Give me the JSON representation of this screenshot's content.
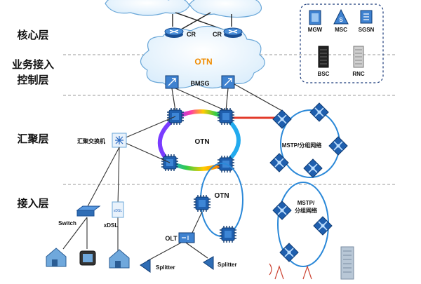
{
  "layers": {
    "core": "核心层",
    "service_access_line1": "业务接入",
    "service_access_line2": "控制层",
    "aggregation": "汇聚层",
    "access": "接入层"
  },
  "nodes": {
    "cr_left": "CR",
    "cr_right": "CR",
    "otn_cloud": "OTN",
    "bmsg": "BMSG",
    "otn_ring_main": "OTN",
    "otn_ring_access": "OTN",
    "mstp_agg": "MSTP/分组网络",
    "mstp_access_line1": "MSTP/",
    "mstp_access_line2": "分组网络",
    "agg_switch": "汇聚交换机",
    "switch": "Switch",
    "xdsl": "xDSL",
    "olt": "OLT",
    "splitter_left": "Splitter",
    "splitter_right": "Splitter",
    "xdsl_device": "xDSL"
  },
  "mobile_core": {
    "mgw": "MGW",
    "msc": "MSC",
    "sgsn": "SGSN",
    "bsc": "BSC",
    "rnc": "RNC"
  },
  "colors": {
    "cloud_fill": "#dceefc",
    "cloud_stroke": "#6aa7d8",
    "device_blue": "#1f5fae",
    "ring_blue": "#2a88d8",
    "otn_text": "#f08c00",
    "link_red": "#e23a2a",
    "dashed_box": "#1a3a7a",
    "separator": "#9a9a9a"
  },
  "icons": {
    "router": "router-icon",
    "otn_node": "otn-node-icon",
    "mstp_node": "mstp-node-icon",
    "server": "server-rack-icon",
    "house": "house-icon",
    "antenna": "antenna-icon"
  }
}
